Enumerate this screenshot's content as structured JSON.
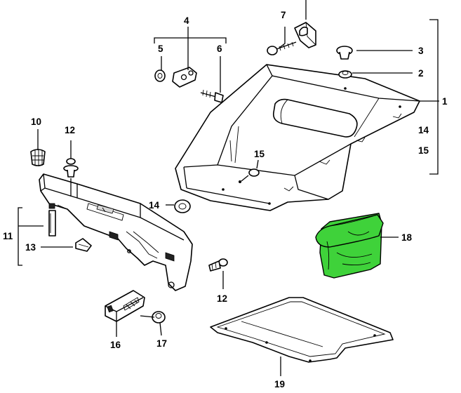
{
  "diagram": {
    "callouts": {
      "c1": "1",
      "c2": "2",
      "c3": "3",
      "c4": "4",
      "c5": "5",
      "c6": "6",
      "c7": "7",
      "c10": "10",
      "c11": "11",
      "c12a": "12",
      "c12b": "12",
      "c13": "13",
      "c14a": "14",
      "c14b": "14",
      "c15a": "15",
      "c15b": "15",
      "c16": "16",
      "c17": "17",
      "c18": "18",
      "c19": "19"
    },
    "highlight_color": "#3fd23a",
    "line_color": "#000000",
    "background_color": "#ffffff"
  }
}
